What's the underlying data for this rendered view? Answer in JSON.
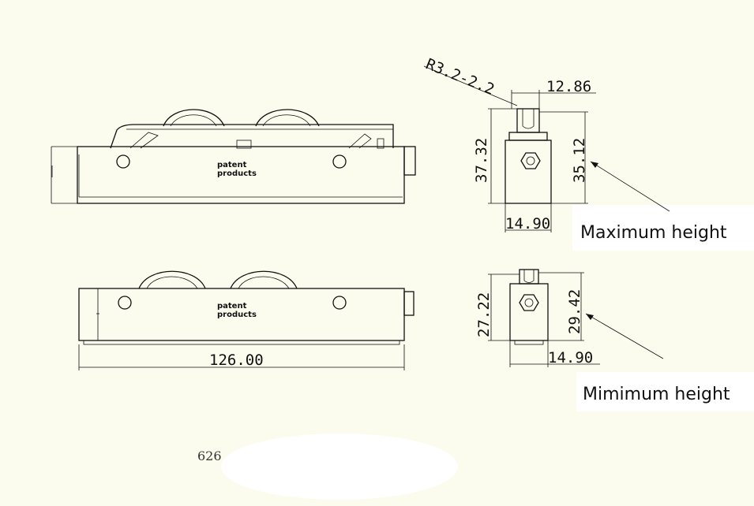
{
  "views": {
    "side_max": {
      "label_line1": "patent",
      "label_line2": "products"
    },
    "side_min": {
      "label_line1": "patent",
      "label_line2": "products",
      "dim_length": "126.00"
    },
    "end_max": {
      "dim_radius": "R3.2-2.2",
      "dim_top_width": "12.86",
      "dim_total_height": "37.32",
      "dim_body_height": "35.12",
      "dim_width": "14.90",
      "caption": "Maximum height"
    },
    "end_min": {
      "dim_total_height": "27.22",
      "dim_body_height": "29.42",
      "dim_width": "14.90",
      "caption": "Mimimum height"
    }
  },
  "footer": {
    "model_code": "626"
  },
  "colors": {
    "background": "#fbfcee",
    "line": "#111111"
  }
}
